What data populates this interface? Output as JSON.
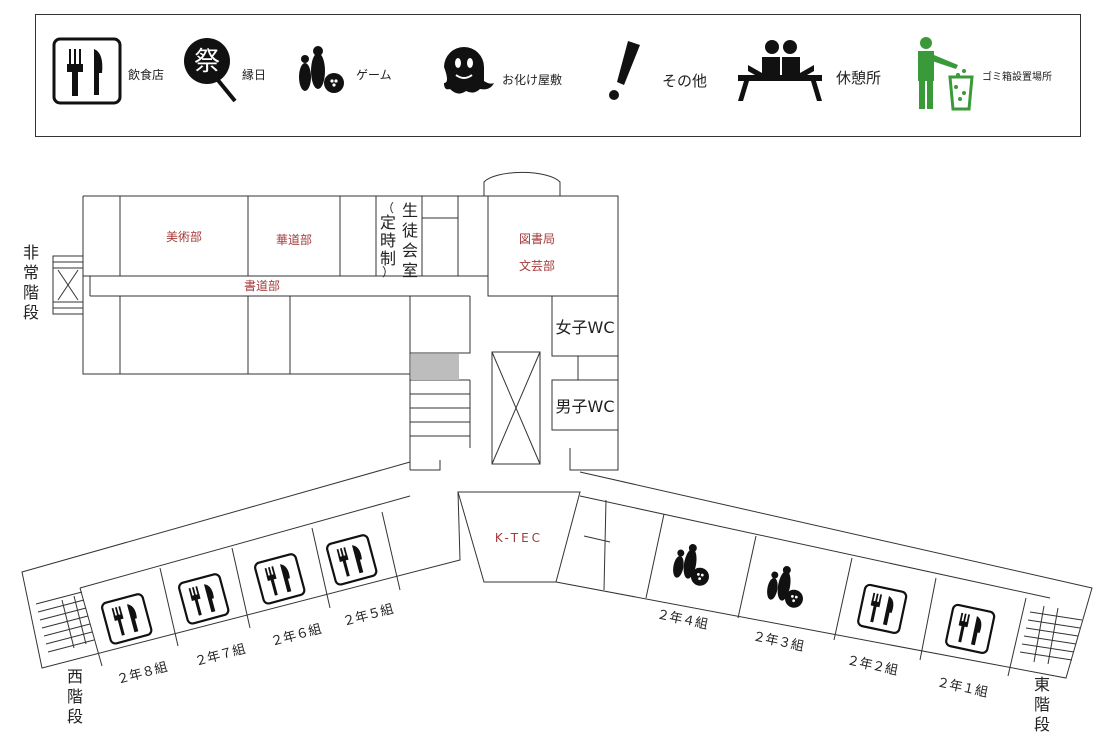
{
  "legend": {
    "items": [
      {
        "label": "飲食店",
        "icon": "fork-knife-icon"
      },
      {
        "label": "縁日",
        "icon": "festival-fan-icon"
      },
      {
        "label": "ゲーム",
        "icon": "bowling-icon"
      },
      {
        "label": "お化け屋敷",
        "icon": "ghost-icon"
      },
      {
        "label": "その他",
        "icon": "exclamation-icon"
      },
      {
        "label": "休憩所",
        "icon": "rest-bench-icon"
      },
      {
        "label": "ゴミ箱設置場所",
        "icon": "trash-can-icon"
      }
    ],
    "festival_glyph": "祭"
  },
  "rooms": {
    "art": "美術部",
    "flower": "華道部",
    "student_council": [
      "生",
      "徒",
      "会",
      "室"
    ],
    "night_school": [
      "（",
      "定",
      "時",
      "制",
      "）"
    ],
    "library": "図書局",
    "literature": "文芸部",
    "calligraphy": "書道部",
    "women_wc": "女子WC",
    "men_wc": "男子WC",
    "ktec": "K-TEC"
  },
  "stairs": {
    "emergency": [
      "非",
      "常",
      "階",
      "段"
    ],
    "west": [
      "西",
      "階",
      "段"
    ],
    "east": [
      "東",
      "階",
      "段"
    ]
  },
  "classes": {
    "c8": "２年８組",
    "c7": "２年７組",
    "c6": "２年６組",
    "c5": "２年５組",
    "c4": "２年４組",
    "c3": "２年３組",
    "c2": "２年２組",
    "c1": "２年１組"
  },
  "colors": {
    "club_text": "#a33a3a",
    "trash_green": "#3a9a3a",
    "gray_block": "#bdbdbd"
  }
}
